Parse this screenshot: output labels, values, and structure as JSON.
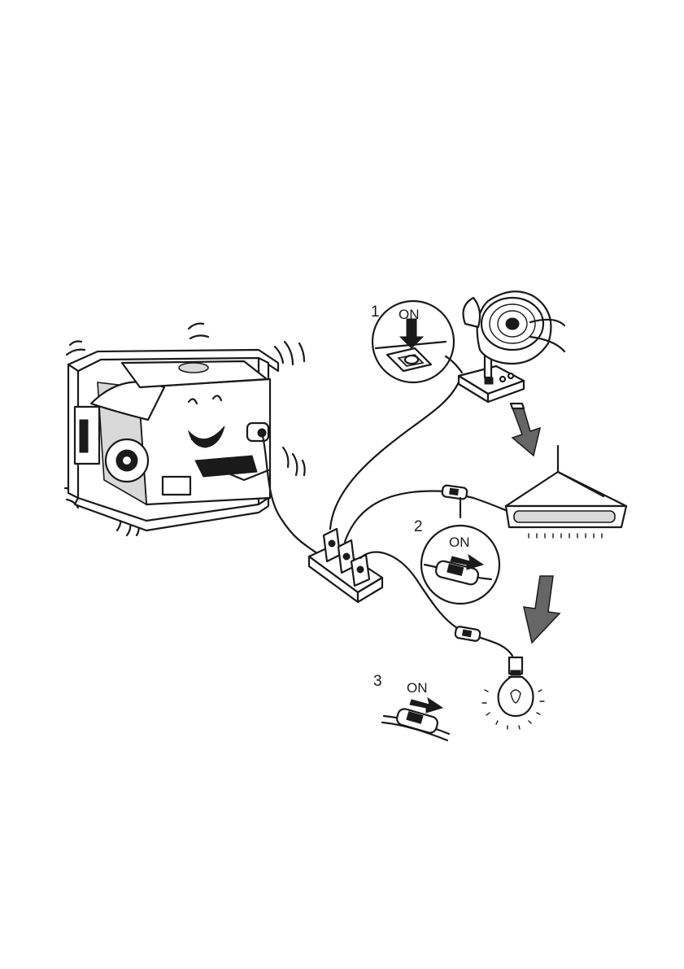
{
  "steps": [
    {
      "number": "1",
      "label": "ON",
      "device": "fan"
    },
    {
      "number": "2",
      "label": "ON",
      "device": "heater"
    },
    {
      "number": "3",
      "label": "ON",
      "device": "lamp"
    }
  ],
  "icons": [
    "generator-icon",
    "power-strip-icon",
    "fan-icon",
    "heater-icon",
    "light-bulb-icon",
    "push-switch-icon",
    "inline-switch-icon",
    "down-arrow-icon"
  ],
  "colors": {
    "ink": "#1a1a1a",
    "paper": "#ffffff",
    "arrow_fill": "#666666"
  }
}
